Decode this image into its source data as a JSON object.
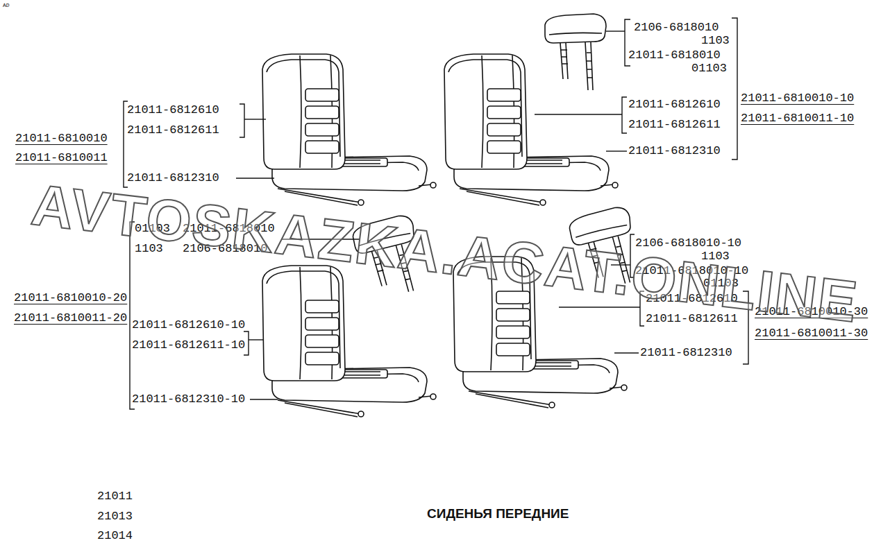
{
  "diagram": {
    "title": "СИДЕНЬЯ ПЕРЕДНИЕ",
    "labels": [
      "21011-6812610",
      "21011-6812611",
      "21011-6810010",
      "21011-6810011",
      "21011-6812310",
      "2106-6818010",
      "1103",
      "21011-6818010",
      "01103",
      "21011-6812610",
      "21011-6812611",
      "21011-6810010-10",
      "21011-6810011-10",
      "21011-6812310",
      "01103",
      "21011-6818010",
      "1103",
      "2106-6818010",
      "21011-6810010-20",
      "21011-6810011-20",
      "21011-6812610-10",
      "21011-6812611-10",
      "21011-6812310-10",
      "2106-6818010-10",
      "1103",
      "21011-6818010-10",
      "01103",
      "21011-6812610",
      "21011-6812611",
      "21011-6810010-30",
      "21011-6810011-30",
      "21011-6812310",
      "21011",
      "21013",
      "21014",
      "AVTOSKAZKA.ACAT.ONLINE",
      "AD"
    ]
  }
}
